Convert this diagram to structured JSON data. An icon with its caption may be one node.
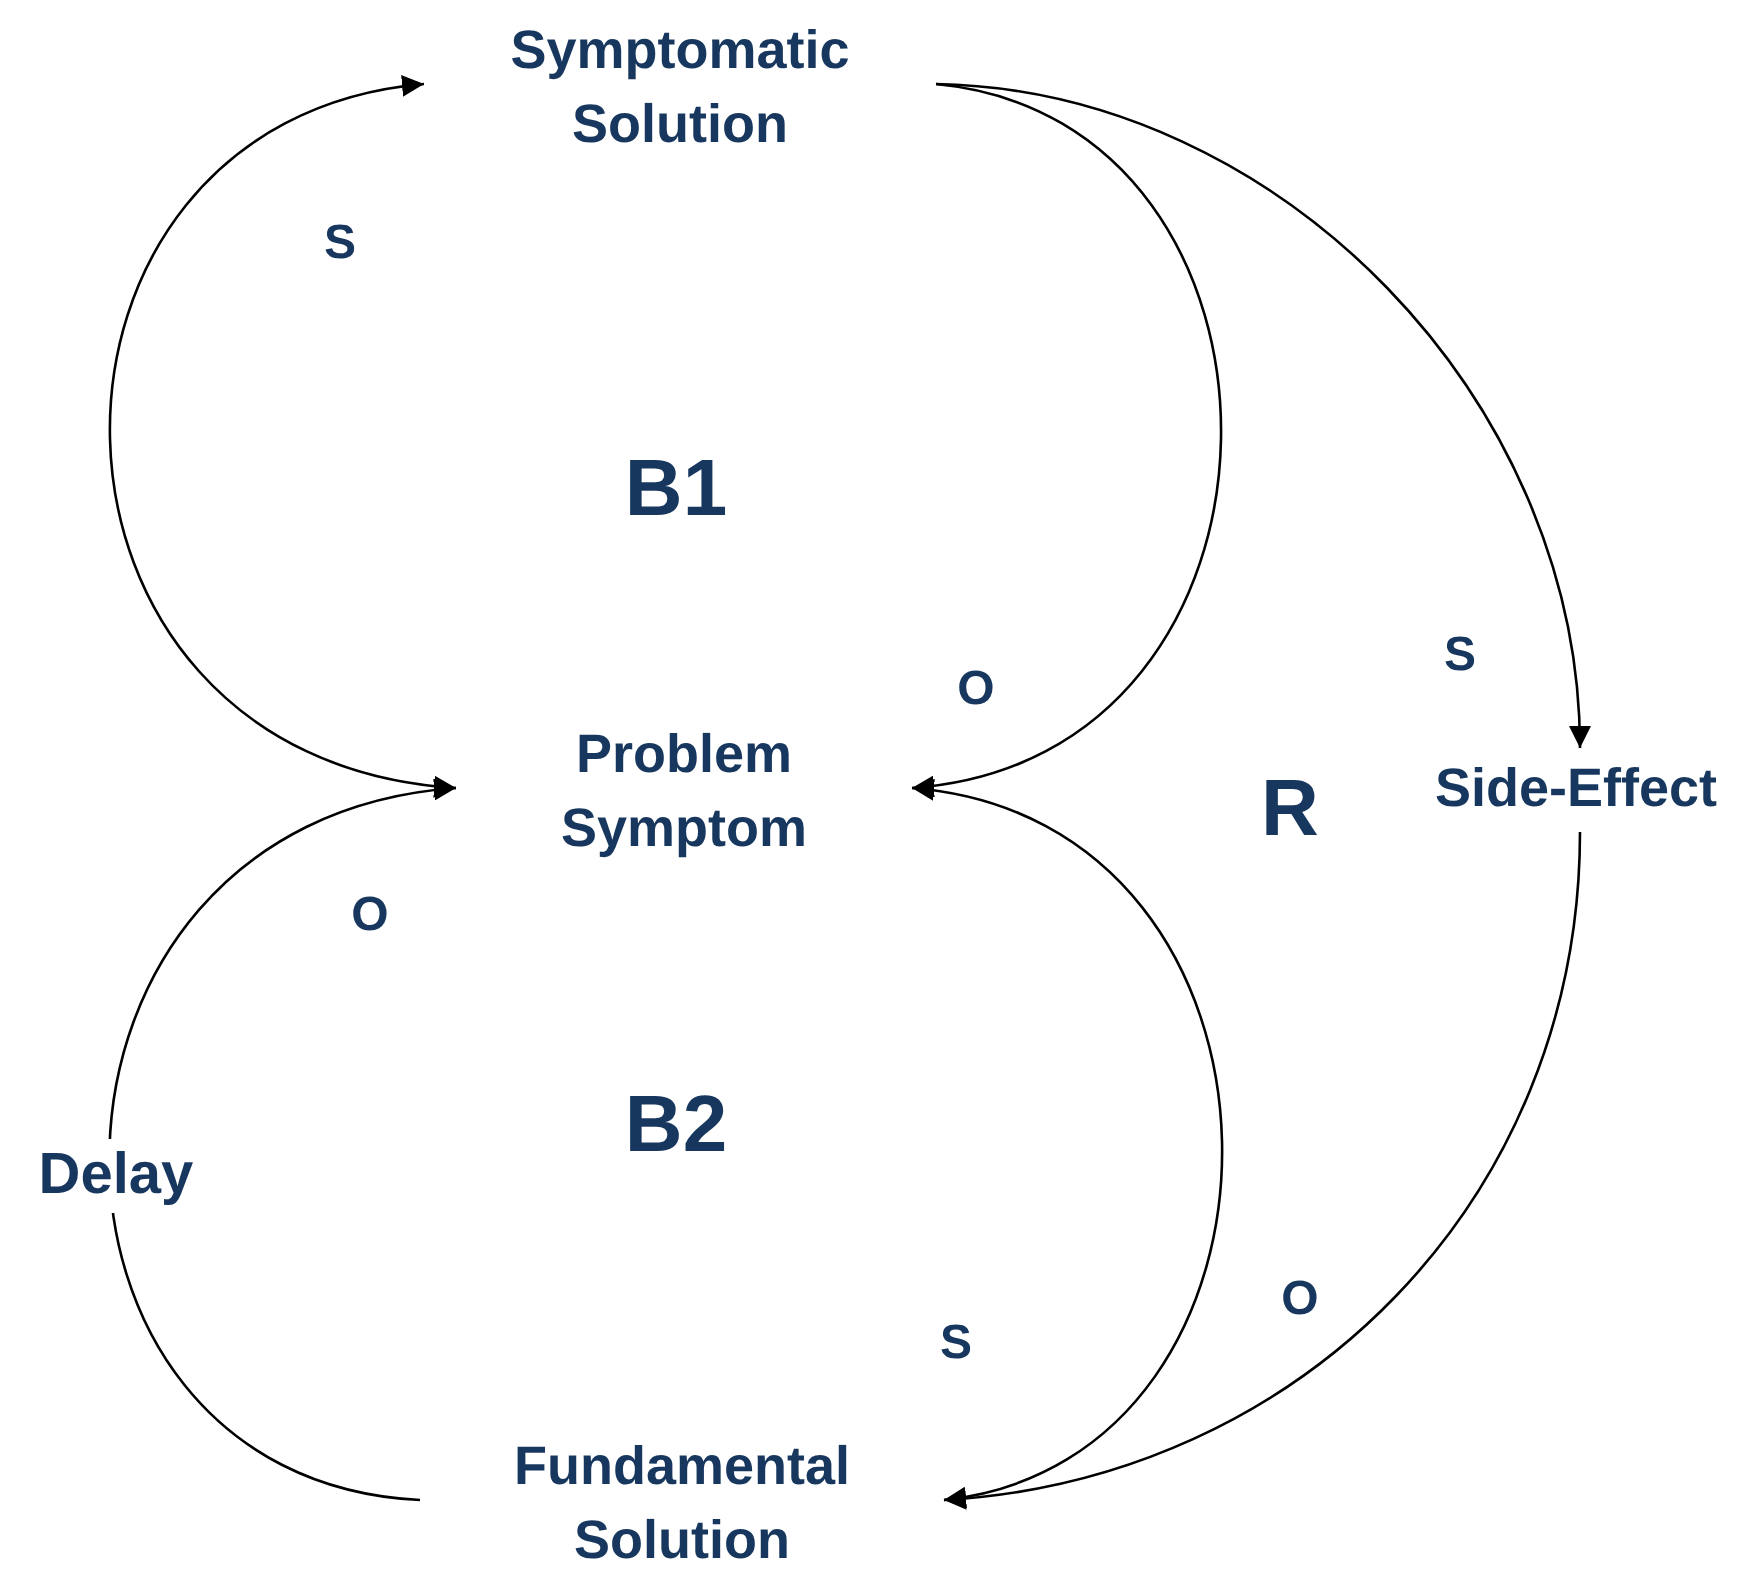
{
  "diagram": {
    "nodes": [
      {
        "text": [
          "Symptomatic Solution"
        ]
      },
      {
        "text": [
          "Problem Symptom"
        ]
      },
      {
        "text": [
          "Side-Effect"
        ]
      },
      {
        "text": [
          "Fundamental Solution"
        ]
      }
    ],
    "edges": [
      {
        "from": 1,
        "to": 0,
        "arrow": "both"
      },
      {
        "from": 0,
        "to": 1,
        "arrow": "to"
      },
      {
        "from": 0,
        "to": 2,
        "arrow": "to"
      },
      {
        "from": 2,
        "to": 3,
        "arrow": "to"
      },
      {
        "from": 1,
        "to": 3,
        "arrow": "both"
      },
      {
        "from": 3,
        "to": 1,
        "arrow": "to",
        "label": "Delay"
      }
    ],
    "labels": [
      "S",
      "B1",
      "S",
      "O",
      "R",
      "O",
      "B2",
      "O",
      "S"
    ]
  }
}
